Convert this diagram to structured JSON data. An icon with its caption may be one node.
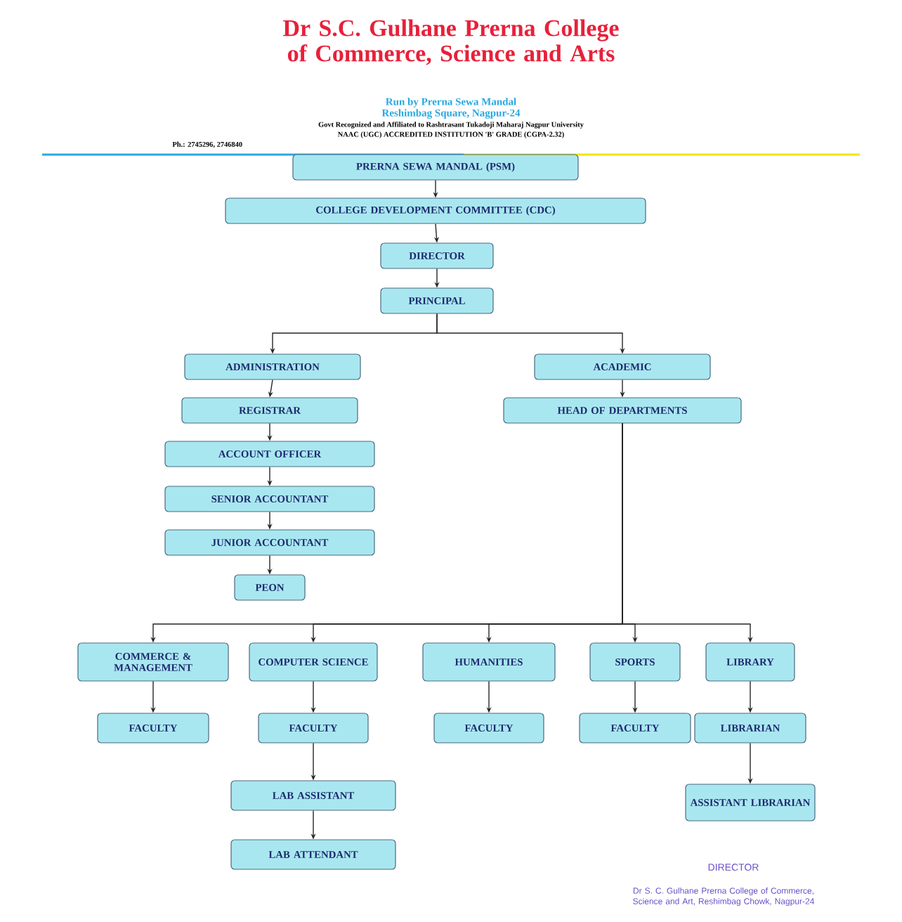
{
  "diagram": {
    "title": "Dr S.C. Gulhane Prerna College of Commerce, Science and Arts",
    "nodes": [
      {
        "text": [
          "PRERNA SEWA MANDAL (PSM)"
        ]
      },
      {
        "text": [
          "COLLEGE DEVELOPMENT COMMITTEE (CDC)"
        ]
      },
      {
        "text": [
          "DIRECTOR"
        ]
      },
      {
        "text": [
          "PRINCIPAL"
        ]
      },
      {
        "text": [
          "ADMINISTRATION"
        ]
      },
      {
        "text": [
          "REGISTRAR"
        ]
      },
      {
        "text": [
          "ACCOUNT OFFICER"
        ]
      },
      {
        "text": [
          "SENIOR ACCOUNTANT"
        ]
      },
      {
        "text": [
          "JUNIOR ACCOUNTANT"
        ]
      },
      {
        "text": [
          "PEON"
        ]
      },
      {
        "text": [
          "ACADEMIC"
        ]
      },
      {
        "text": [
          "HEAD OF DEPARTMENTS"
        ]
      },
      {
        "text": [
          "COMMERCE & MANAGEMENT"
        ]
      },
      {
        "text": [
          "COMPUTER SCIENCE"
        ]
      },
      {
        "text": [
          "HUMANITIES"
        ]
      },
      {
        "text": [
          "SPORTS"
        ]
      },
      {
        "text": [
          "LIBRARY"
        ]
      },
      {
        "text": [
          "FACULTY"
        ]
      },
      {
        "text": [
          "FACULTY"
        ]
      },
      {
        "text": [
          "FACULTY"
        ]
      },
      {
        "text": [
          "FACULTY"
        ]
      },
      {
        "text": [
          "LIBRARIAN"
        ]
      },
      {
        "text": [
          "LAB ASSISTANT"
        ]
      },
      {
        "text": [
          "LAB ATTENDANT"
        ]
      },
      {
        "text": [
          "ASSISTANT LIBRARIAN"
        ]
      }
    ],
    "edges": [
      {
        "from": 0,
        "to": 1,
        "arrow": "to"
      },
      {
        "from": 1,
        "to": 2,
        "arrow": "to"
      },
      {
        "from": 2,
        "to": 3,
        "arrow": "to"
      },
      {
        "from": 3,
        "to": 4,
        "arrow": "to"
      },
      {
        "from": 3,
        "to": 10,
        "arrow": "to"
      },
      {
        "from": 4,
        "to": 5,
        "arrow": "to"
      },
      {
        "from": 5,
        "to": 6,
        "arrow": "to"
      },
      {
        "from": 6,
        "to": 7,
        "arrow": "to"
      },
      {
        "from": 7,
        "to": 8,
        "arrow": "to"
      },
      {
        "from": 8,
        "to": 9,
        "arrow": "to"
      },
      {
        "from": 10,
        "to": 11,
        "arrow": "to"
      },
      {
        "from": 11,
        "to": 12,
        "arrow": "to"
      },
      {
        "from": 11,
        "to": 13,
        "arrow": "to"
      },
      {
        "from": 11,
        "to": 14,
        "arrow": "to"
      },
      {
        "from": 11,
        "to": 15,
        "arrow": "to"
      },
      {
        "from": 11,
        "to": 16,
        "arrow": "to"
      },
      {
        "from": 12,
        "to": 17,
        "arrow": "to"
      },
      {
        "from": 13,
        "to": 18,
        "arrow": "to"
      },
      {
        "from": 14,
        "to": 19,
        "arrow": "to"
      },
      {
        "from": 15,
        "to": 20,
        "arrow": "to"
      },
      {
        "from": 16,
        "to": 21,
        "arrow": "to"
      },
      {
        "from": 18,
        "to": 22,
        "arrow": "to"
      },
      {
        "from": 22,
        "to": 23,
        "arrow": "to"
      },
      {
        "from": 21,
        "to": 24,
        "arrow": "to"
      }
    ],
    "labels": [
      "Run by Prerna Sewa Mandal",
      "Reshimbag Square, Nagpur-24",
      "Govt Recognized and Affiliated to Rashtrasant Tukadoji Maharaj Nagpur University",
      "NAAC (UGC) ACCREDITED INSTITUTION 'B' GRADE (CGPA-2.32)",
      "Ph.: 2745296, 2746840",
      "DIRECTOR",
      "Dr S. C. Gulhane Prerna College of Commerce, Science and Art, Reshimbag Chowk, Nagpur-24"
    ]
  }
}
